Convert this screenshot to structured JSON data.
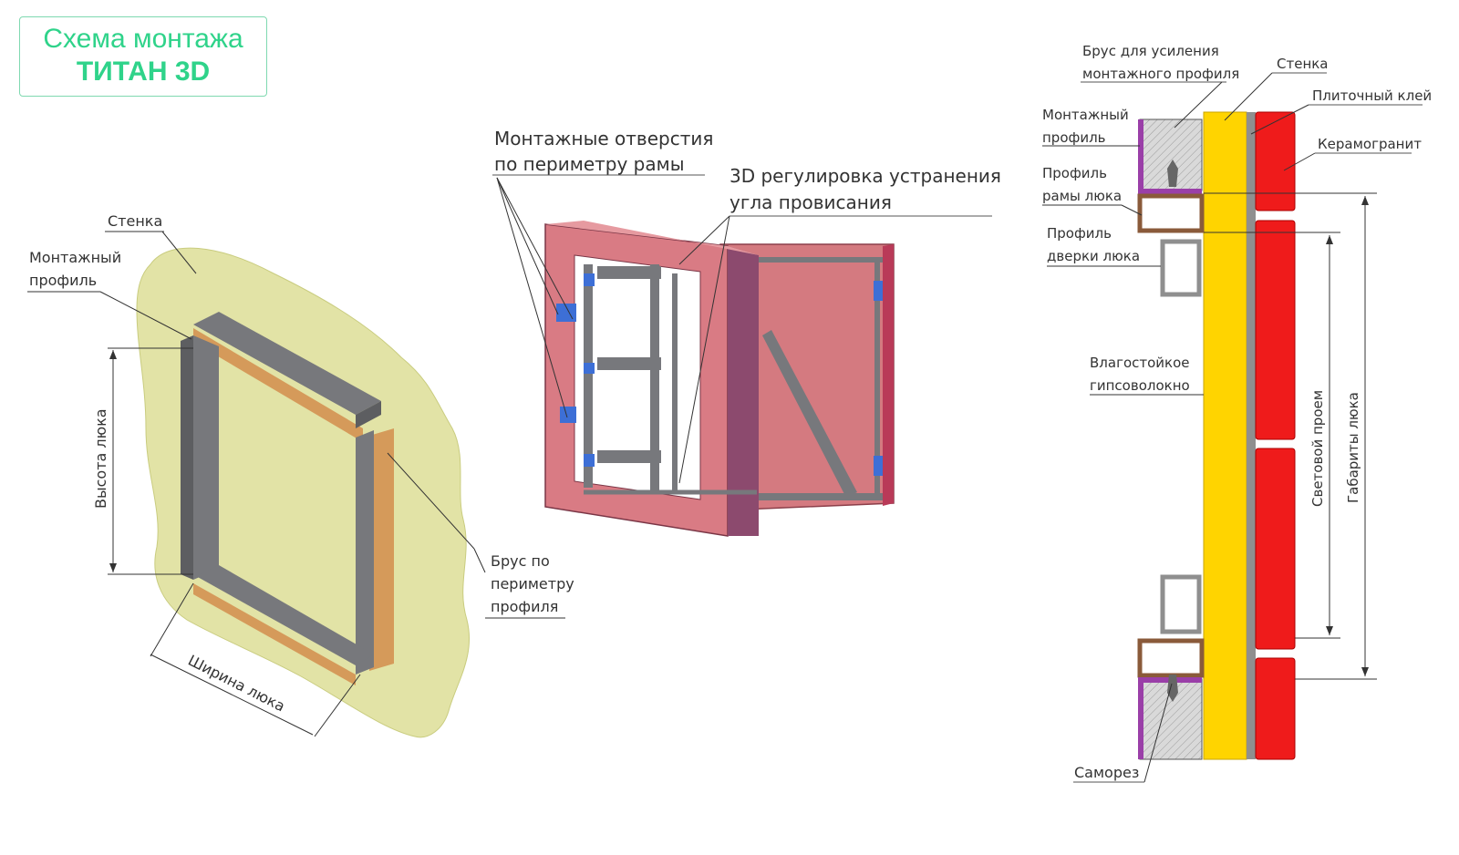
{
  "title": {
    "line1": "Схема монтажа",
    "line2": "ТИТАН 3D"
  },
  "left_diagram": {
    "wall": "Стенка",
    "mounting_profile_1": "Монтажный",
    "mounting_profile_2": "профиль",
    "height": "Высота люка",
    "width": "Ширина люка",
    "beam_1": "Брус по",
    "beam_2": "периметру",
    "beam_3": "профиля"
  },
  "middle_diagram": {
    "holes_1": "Монтажные отверстия",
    "holes_2": "по периметру рамы",
    "adjust_1": "3D регулировка устранения",
    "adjust_2": "угла провисания"
  },
  "right_diagram": {
    "beam_1": "Брус для усиления",
    "beam_2": "монтажного профиля",
    "wall": "Стенка",
    "tile_glue": "Плиточный клей",
    "mounting_profile_1": "Монтажный",
    "mounting_profile_2": "профиль",
    "porcelain": "Керамогранит",
    "frame_profile_1": "Профиль",
    "frame_profile_2": "рамы люка",
    "door_profile_1": "Профиль",
    "door_profile_2": "дверки люка",
    "gypsum_1": "Влагостойкое",
    "gypsum_2": "гипсоволокно",
    "light_opening": "Световой проем",
    "hatch_size": "Габариты люка",
    "screw": "Саморез"
  },
  "colors": {
    "title_green": "#2fd38a",
    "wall_olive": "#e2e3a6",
    "profile_grey": "#77787c",
    "beam_orange": "#d59a5a",
    "frame_pink": "#d97b84",
    "door_pink": "#d47a80",
    "gypsum_yellow": "#ffd400",
    "tile_red": "#ef1b1b",
    "purple_profile": "#9a3fa8",
    "brown_profile": "#8a5a3a"
  }
}
